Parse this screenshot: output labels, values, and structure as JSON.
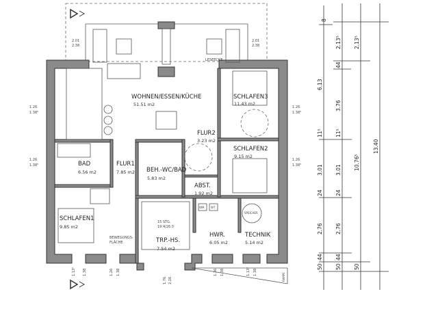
{
  "rooms": {
    "wohnen": {
      "name": "WOHNEN/ESSEN/KÜCHE",
      "area": "51.51 m2"
    },
    "schlafen3": {
      "name": "SCHLAFEN3",
      "area": "11.43 m2"
    },
    "flur2": {
      "name": "FLUR2",
      "area": "3.23 m2"
    },
    "schlafen2": {
      "name": "SCHLAFEN2",
      "area": "9.15 m2"
    },
    "bad": {
      "name": "BAD",
      "area": "6.56 m2"
    },
    "flur1": {
      "name": "FLUR1",
      "area": "7.85 m2"
    },
    "behwc": {
      "name": "BEH.-WC/BAD",
      "area": "5.83 m2"
    },
    "abst": {
      "name": "ABST.",
      "area": "1.92 m2"
    },
    "schlafen1": {
      "name": "SCHLAFEN1",
      "area": "9.85 m2"
    },
    "trp": {
      "name": "TRP.-HS.",
      "area": "7.54 m2"
    },
    "hwr": {
      "name": "HWR.",
      "area": "6.05 m2"
    },
    "technik": {
      "name": "TECHNIK",
      "area": "5.14 m2"
    }
  },
  "annotations": {
    "leseecke": "LESEECKE",
    "bewegung1": "BEWEGUNGS-",
    "bewegung2": "FLÄCHE",
    "stairs1": "15 STG.",
    "stairs2": "19.4/26.0",
    "speicher": "SPEICHER",
    "wm": "WM",
    "wt": "WT",
    "rampe": "RAMPE"
  },
  "window_dims": {
    "top_left": [
      "2.01",
      "2.38"
    ],
    "top_right": [
      "2.01",
      "2.38"
    ],
    "left_upper": [
      "1.26",
      "1.38⁵"
    ],
    "left_lower": [
      "1.26",
      "1.38⁵"
    ],
    "right_upper": [
      "1.26",
      "1.38⁵"
    ],
    "right_lower": [
      "1.26",
      "1.38⁵"
    ],
    "bottom_1": [
      "1.13⁵",
      "1.38"
    ],
    "bottom_2": [
      "1.26",
      "1.38"
    ],
    "bottom_3": [
      "1.76",
      "2.26"
    ],
    "bottom_4": [
      "1.26",
      "1.38"
    ],
    "bottom_5": [
      "1.13⁵",
      "1.38"
    ]
  },
  "dimension_chains": {
    "col1": [
      "8",
      "6.13",
      "11⁵",
      "3.01",
      "24",
      "2.76",
      "44",
      "50"
    ],
    "col2": [
      "2.13⁵",
      "44",
      "3.76",
      "11⁵",
      "3.01",
      "24",
      "2.76",
      "44",
      "50"
    ],
    "col3": [
      "2.13⁵",
      "10.76⁵",
      "50"
    ],
    "col4": [
      "13.40"
    ]
  }
}
